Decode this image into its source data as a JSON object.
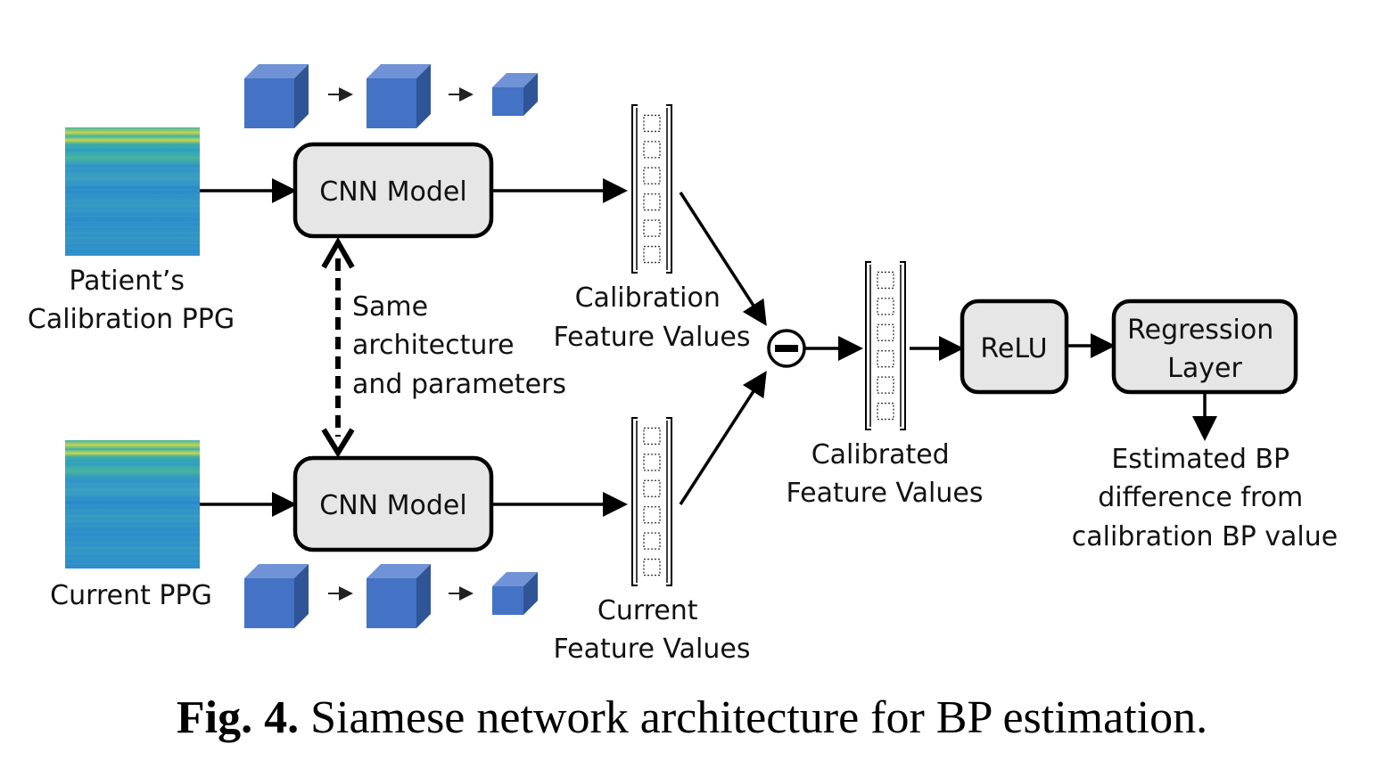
{
  "inputs": {
    "calibration_label": [
      "Patient’s",
      "Calibration PPG"
    ],
    "current_label": "Current PPG"
  },
  "models": {
    "top_label": "CNN Model",
    "bottom_label": "CNN Model",
    "shared_note": [
      "Same",
      "architecture",
      "and parameters"
    ]
  },
  "features": {
    "calibration_label": [
      "Calibration",
      "Feature Values"
    ],
    "current_label": [
      "Current",
      "Feature Values"
    ],
    "calibrated_label": [
      "Calibrated",
      "Feature Values"
    ]
  },
  "ops": {
    "subtract_symbol": "minus",
    "relu_label": "ReLU",
    "regression_label": [
      "Regression",
      "Layer"
    ]
  },
  "output": {
    "label": [
      "Estimated BP",
      "difference from",
      "calibration BP value"
    ]
  },
  "caption": {
    "bold": "Fig. 4.",
    "text": " Siamese network architecture for BP estimation."
  },
  "colors": {
    "cube_front": "#4472c4",
    "box_fill": "#e6e6e6",
    "stroke": "#000000"
  },
  "icons": [
    "spectrogram-image",
    "cube-icon",
    "arrow-icon",
    "minus-circle-icon",
    "feature-vector-icon"
  ]
}
